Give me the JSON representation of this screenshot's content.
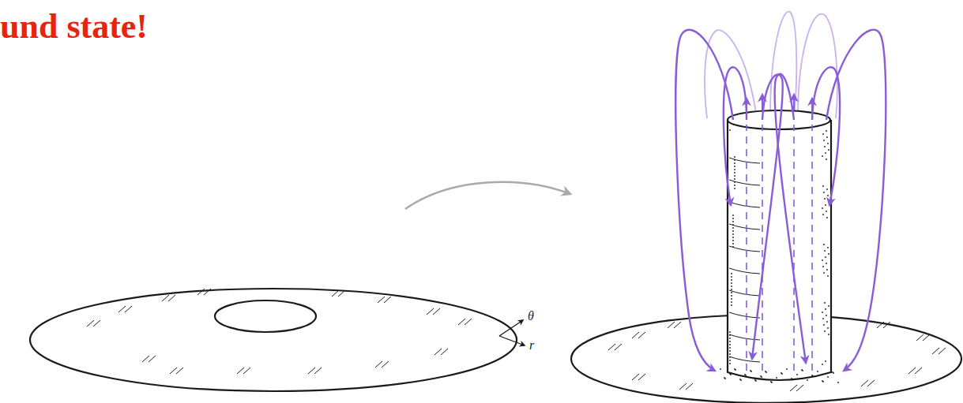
{
  "diagram": {
    "title": "und state!",
    "labels": [
      "θ",
      "r"
    ]
  }
}
